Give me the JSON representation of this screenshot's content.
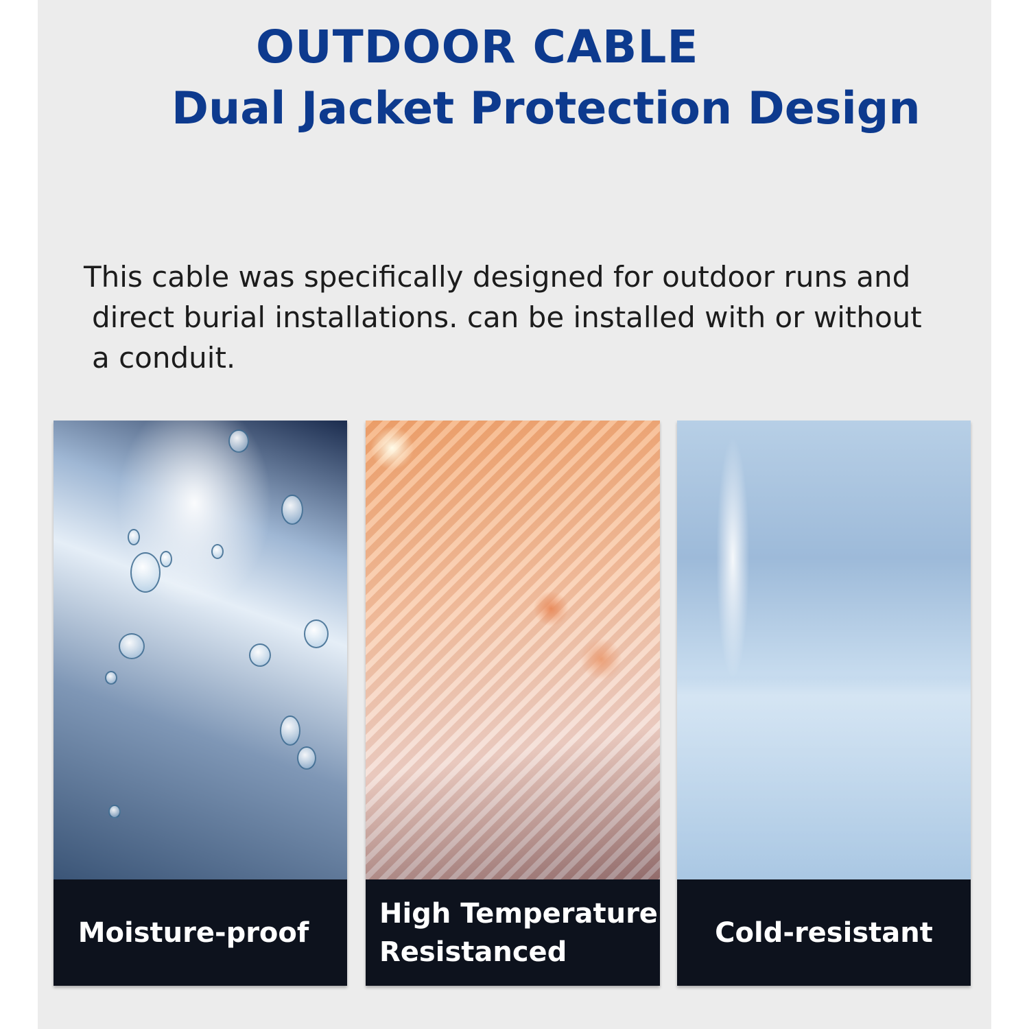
{
  "header": {
    "title": "OUTDOOR CABLE",
    "subtitle": "Dual Jacket Protection Design"
  },
  "description": {
    "lines": [
      "This cable was specifically designed for outdoor runs and",
      "direct burial installations. can be installed with or without",
      "a conduit."
    ]
  },
  "features": [
    {
      "label": "Moisture-proof",
      "image": "water-droplets-on-glass-cityscape"
    },
    {
      "label_line1": "High Temperature",
      "label_line2": "Resistanced",
      "image": "sunlit-skyscraper-orange"
    },
    {
      "label": "Cold-resistant",
      "image": "frozen-city-skyline"
    }
  ],
  "colors": {
    "title": "#0d3a8e",
    "background": "#ececec",
    "label_bg": "#0d121d",
    "label_text": "#ffffff"
  }
}
